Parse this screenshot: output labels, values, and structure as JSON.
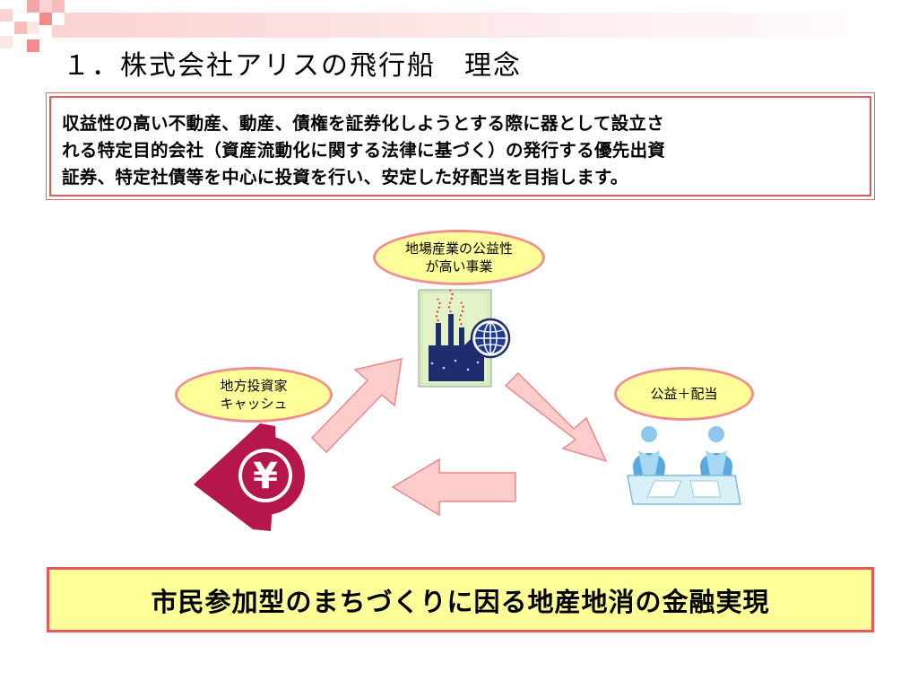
{
  "slide": {
    "title": "１．株式会社アリスの飛行船　理念",
    "mission_lines": [
      "収益性の高い不動産、動産、債権を証券化しようとする際に器として設立さ",
      "れる特定目的会社（資産流動化に関する法律に基づく）の発行する優先出資",
      "証券、特定社債等を中心に投資を行い、安定した好配当を目指します。"
    ]
  },
  "diagram": {
    "top_bubble": [
      "地場産業の公益性",
      "が高い事業"
    ],
    "left_bubble": [
      "地方投資家",
      "キャッシュ"
    ],
    "right_bubble": [
      "公益＋配当"
    ],
    "yen_symbol": "¥",
    "icons": {
      "factory": "factory-icon",
      "globe": "globe-icon",
      "yen": "yen-coin-icon",
      "meeting": "business-meeting-icon"
    }
  },
  "slogan": "市民参加型のまちづくりに因る地産地消の金融実現",
  "colors": {
    "accent_red": "#e85a5a",
    "bubble_fill": "#ffff99",
    "arrow_fill": "#ffcccc",
    "yen_red": "#b5174a"
  }
}
